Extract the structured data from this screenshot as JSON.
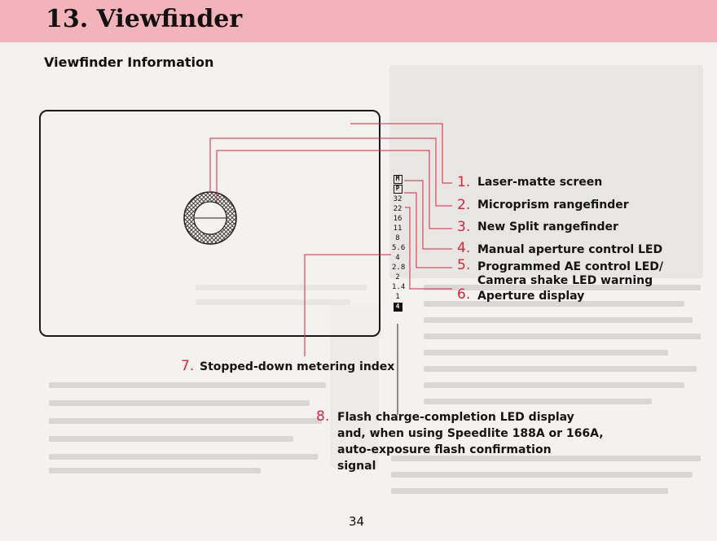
{
  "header": {
    "title": "13. Viewfinder"
  },
  "section": {
    "title": "Viewfinder Information"
  },
  "scale": {
    "top_marks": [
      "M",
      "P"
    ],
    "values": [
      "32",
      "22",
      "16",
      "11",
      "8",
      "5.6",
      "4",
      "2.8",
      "2",
      "1.4",
      "1"
    ],
    "bottom_mark": "4"
  },
  "callouts": [
    {
      "num": "1.",
      "text": "Laser-matte screen"
    },
    {
      "num": "2.",
      "text": "Microprism rangefinder"
    },
    {
      "num": "3.",
      "text": "New Split rangefinder"
    },
    {
      "num": "4.",
      "text": "Manual aperture control LED"
    },
    {
      "num": "5.",
      "text": "Programmed AE control LED/",
      "text2": "Camera shake LED warning"
    },
    {
      "num": "6.",
      "text": "Aperture display"
    },
    {
      "num": "7.",
      "text": "Stopped-down metering index"
    },
    {
      "num": "8.",
      "lines": [
        "Flash charge-completion LED display",
        "and, when using Speedlite 188A or 166A,",
        "auto-exposure flash confirmation",
        "signal"
      ]
    }
  ],
  "colors": {
    "accent": "#e0223b",
    "header_band": "#f3b3bb"
  },
  "page": {
    "number": "34"
  }
}
